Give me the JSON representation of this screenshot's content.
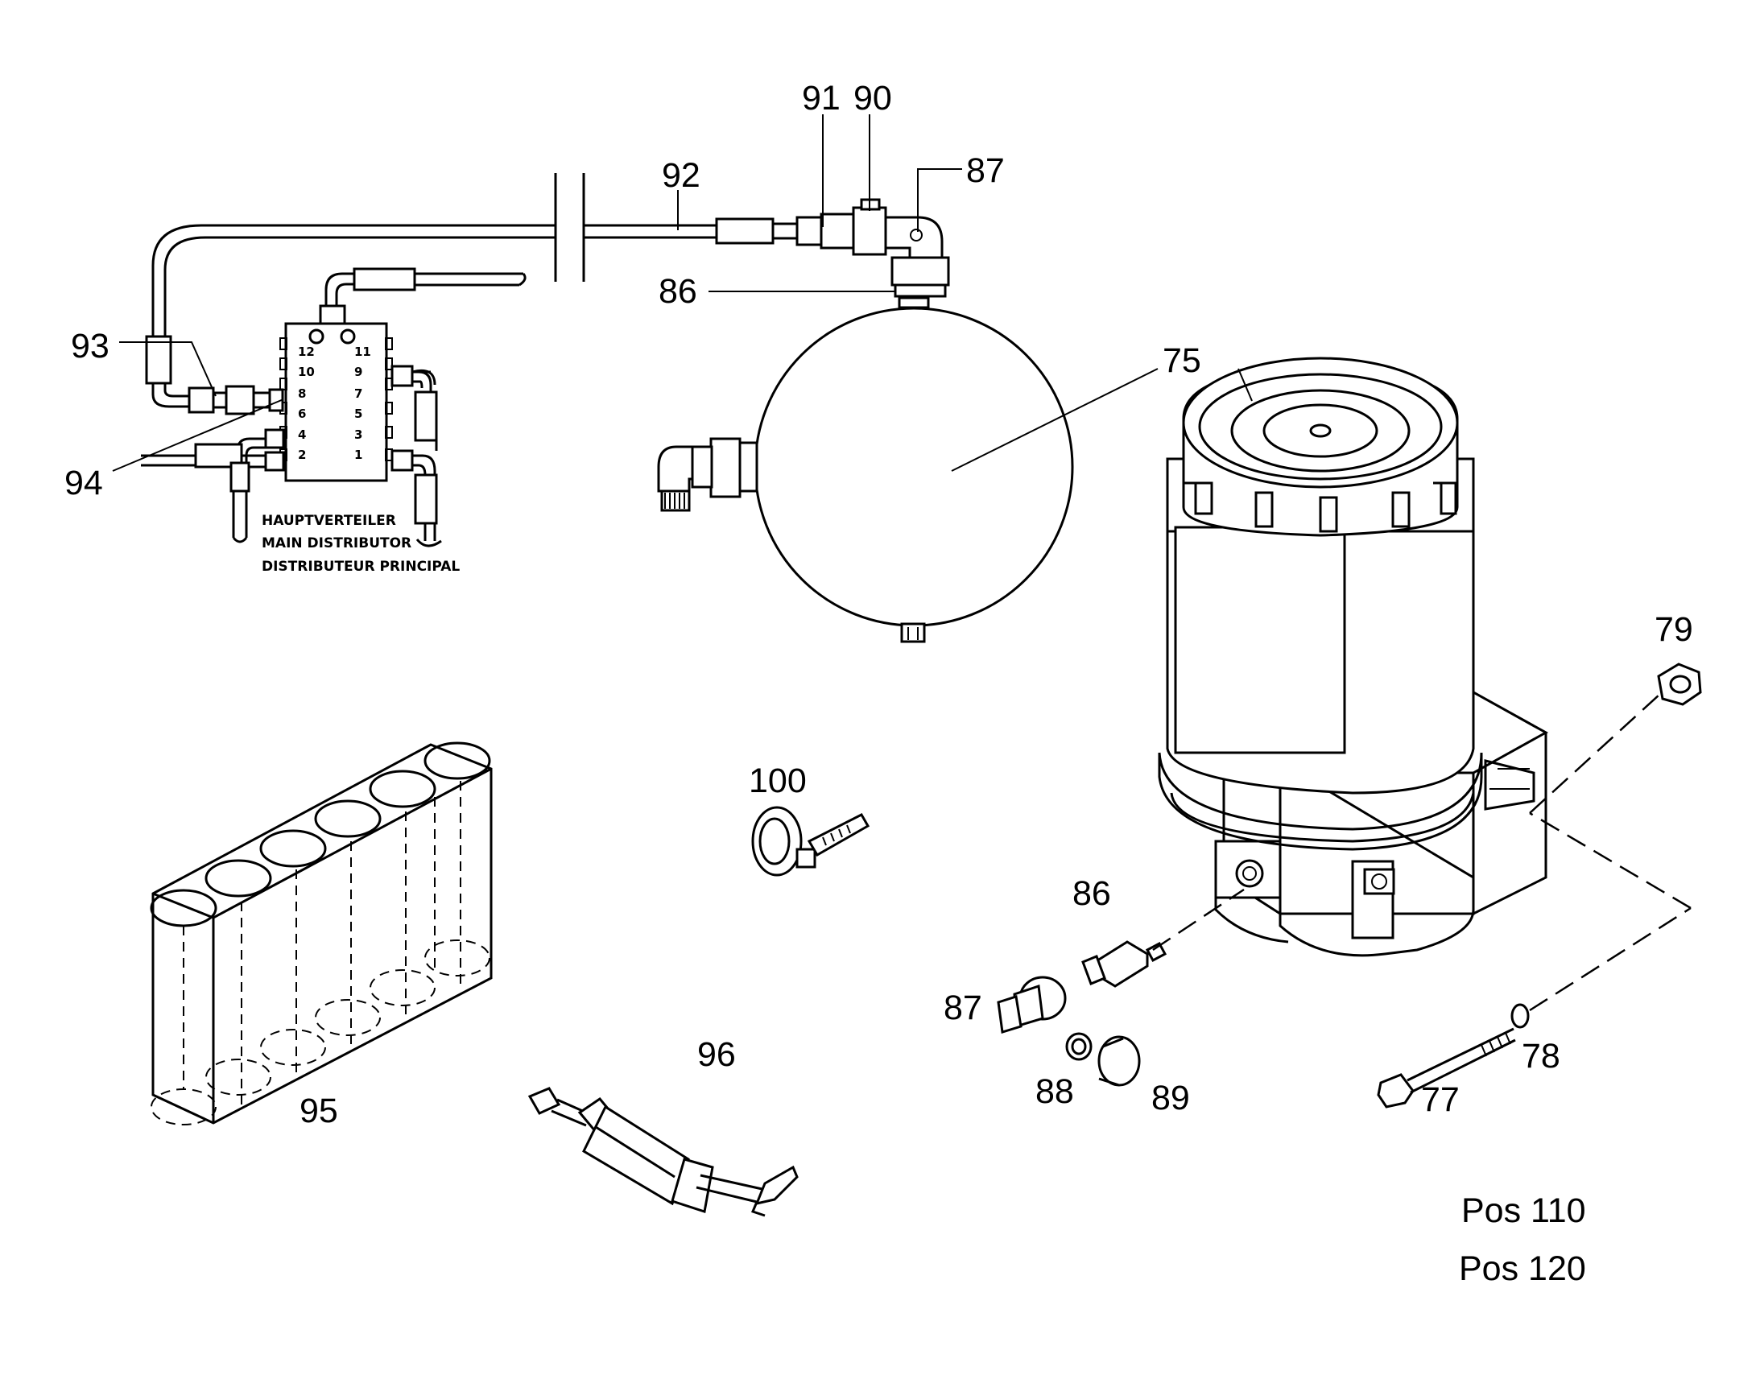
{
  "diagram": {
    "distributor_label": {
      "line1": "HAUPTVERTEILER",
      "line2": "MAIN DISTRIBUTOR",
      "line3": "DISTRIBUTEUR PRINCIPAL"
    },
    "distributor_ports": [
      "12",
      "11",
      "10",
      "9",
      "8",
      "7",
      "6",
      "5",
      "4",
      "3",
      "2",
      "1"
    ],
    "callouts": {
      "p91": "91",
      "p90": "90",
      "p92": "92",
      "p87_top": "87",
      "p86_top": "86",
      "p93": "93",
      "p94": "94",
      "p75": "75",
      "p79": "79",
      "p100": "100",
      "p86_bottom": "86",
      "p87_bottom": "87",
      "p88": "88",
      "p89": "89",
      "p95": "95",
      "p96": "96",
      "p77": "77",
      "p78": "78"
    },
    "position_notes": [
      "Pos 110",
      "Pos 120"
    ]
  }
}
